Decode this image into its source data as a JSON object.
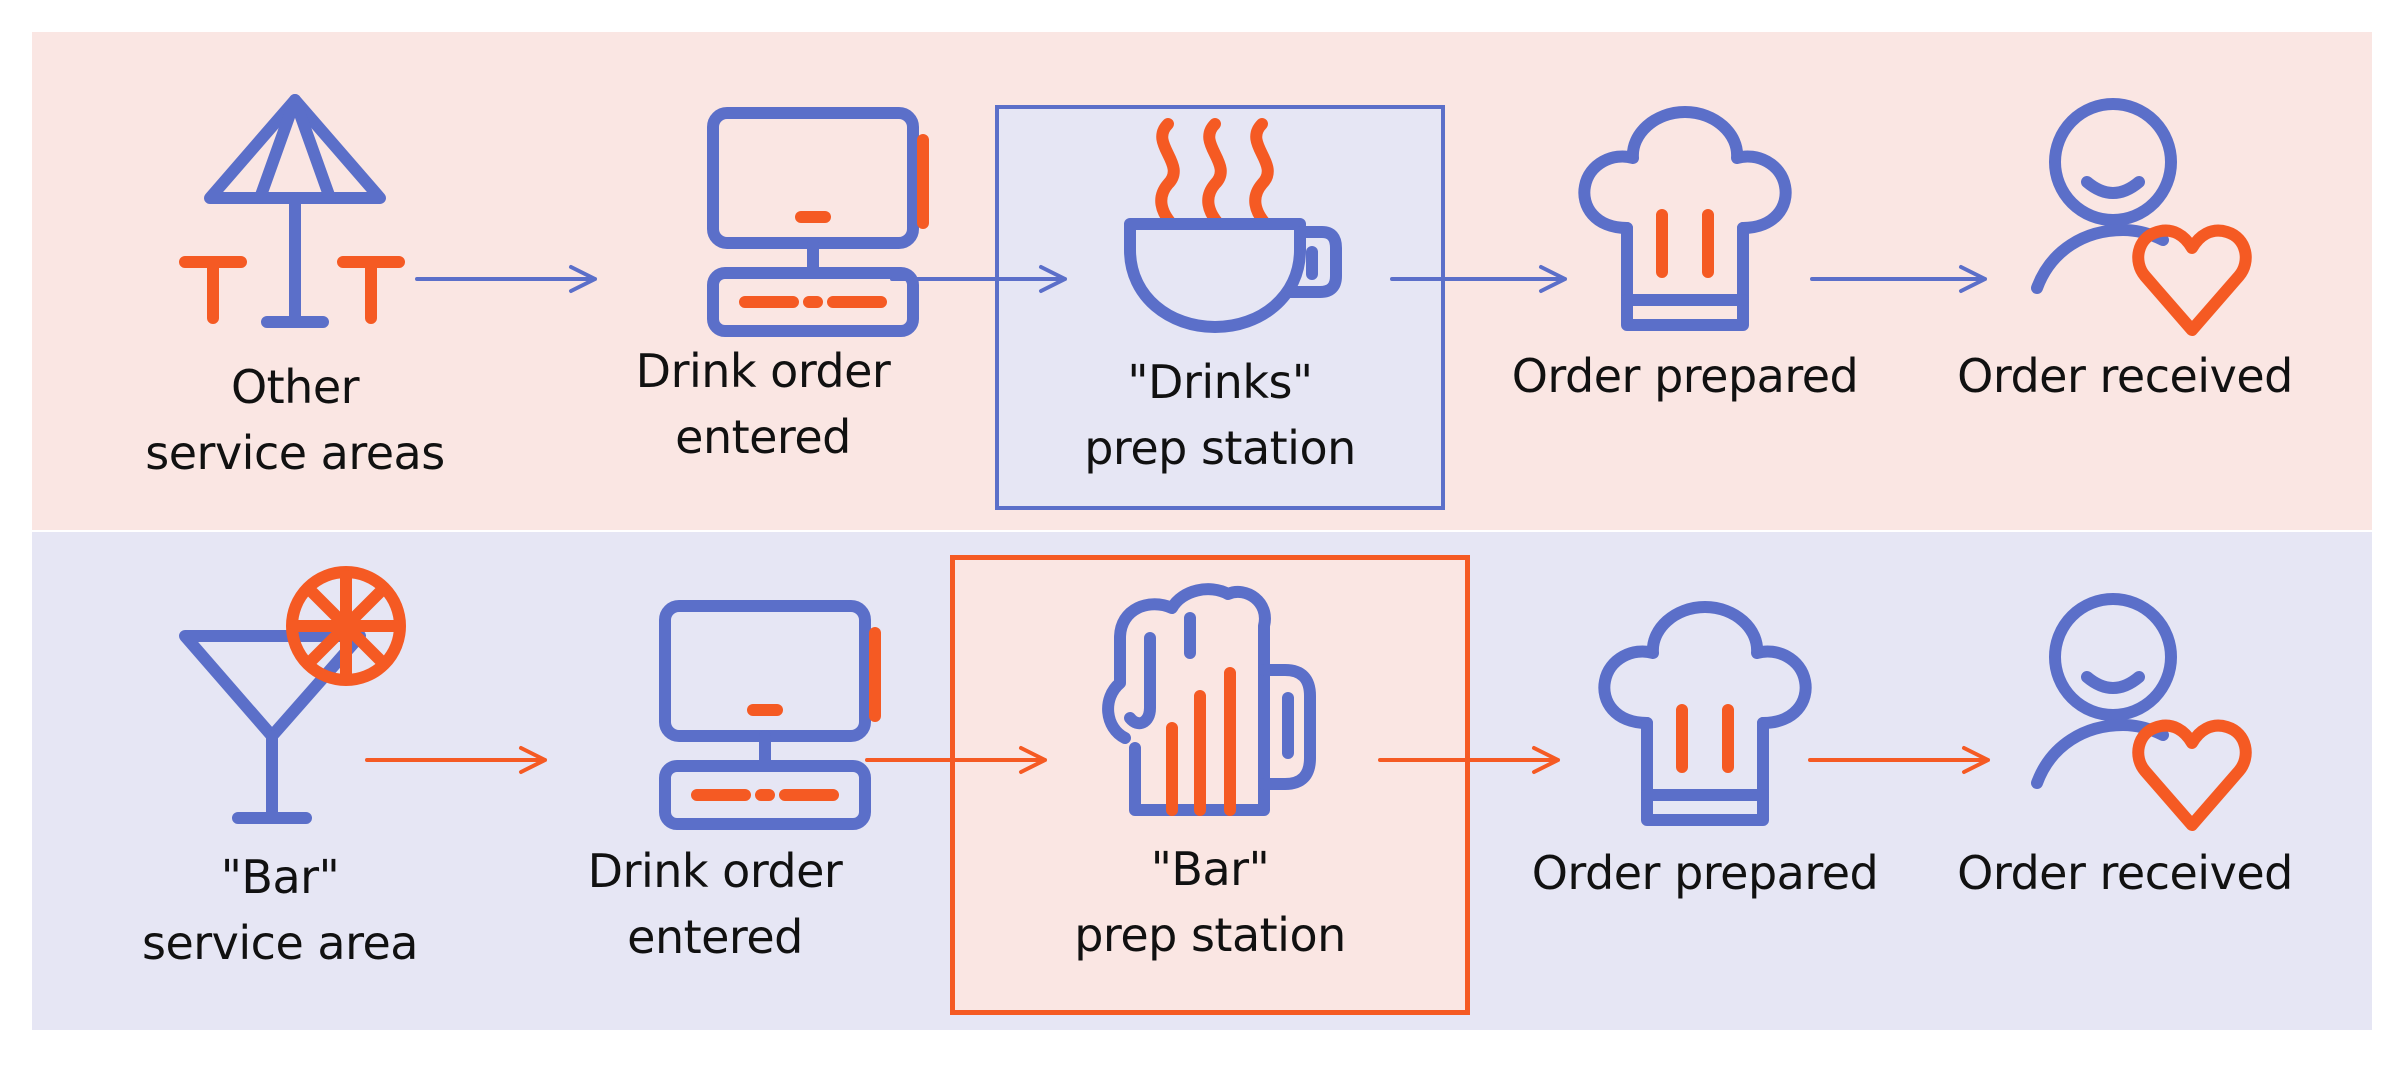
{
  "colors": {
    "blue": "#5b6fc9",
    "orange": "#f55a23",
    "top_band": "#fae6e3",
    "bottom_band": "#e6e6f4"
  },
  "rows": [
    {
      "name": "drinks-flow",
      "steps": [
        {
          "icon": "patio-umbrella-tables-icon",
          "lines": [
            "Other",
            "service areas"
          ]
        },
        {
          "icon": "pos-terminal-icon",
          "lines": [
            "Drink order",
            "entered"
          ]
        },
        {
          "icon": "hot-coffee-cup-icon",
          "lines": [
            "\"Drinks\"",
            "prep station"
          ]
        },
        {
          "icon": "chef-hat-icon",
          "lines": [
            "Order prepared"
          ]
        },
        {
          "icon": "happy-customer-heart-icon",
          "lines": [
            "Order received"
          ]
        }
      ]
    },
    {
      "name": "bar-flow",
      "steps": [
        {
          "icon": "cocktail-glass-icon",
          "lines": [
            "\"Bar\"",
            "service area"
          ]
        },
        {
          "icon": "pos-terminal-icon",
          "lines": [
            "Drink order",
            "entered"
          ]
        },
        {
          "icon": "beer-mug-icon",
          "lines": [
            "\"Bar\"",
            "prep station"
          ]
        },
        {
          "icon": "chef-hat-icon",
          "lines": [
            "Order prepared"
          ]
        },
        {
          "icon": "happy-customer-heart-icon",
          "lines": [
            "Order received"
          ]
        }
      ]
    }
  ]
}
